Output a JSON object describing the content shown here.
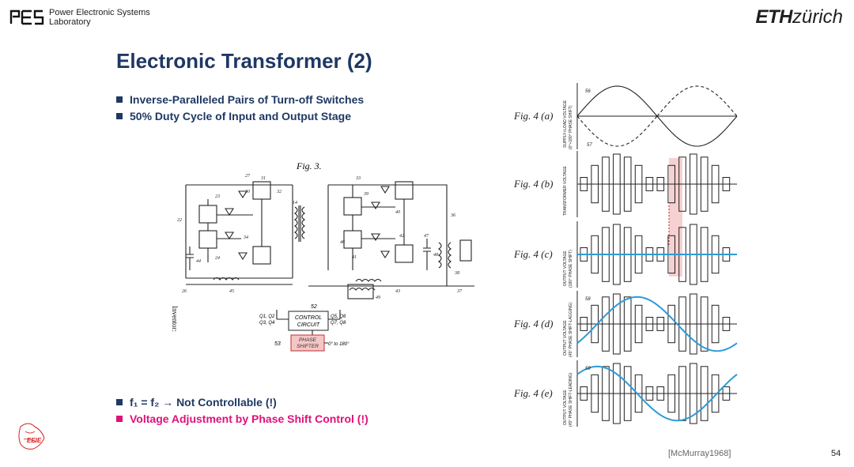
{
  "header": {
    "org_line1": "Power Electronic Systems",
    "org_line2": "Laboratory",
    "eth_bold": "ETH",
    "eth_rest": "zürich"
  },
  "slide": {
    "title": "Electronic Transformer (2)",
    "bullets_top": [
      "Inverse-Paralleled Pairs of Turn-off Switches",
      "50% Duty Cycle of Input and Output Stage"
    ],
    "bullet_freq": "f₁ = f₂ → Not Controllable (!)",
    "bullet_phase": "Voltage Adjustment by Phase Shift Control (!)",
    "citation": "[McMurray1968]",
    "page_number": "54"
  },
  "figure3": {
    "caption": "Fig. 3.",
    "inventor": "Inventor:",
    "control_label_1": "CONTROL",
    "control_label_2": "CIRCUIT",
    "phase_label_1": "PHASE",
    "phase_label_2": "SHIFTER",
    "ref_52": "52",
    "ref_53": "53",
    "q_left_1": "Q1, Q2",
    "q_left_2": "Q3, Q4",
    "q_right_1": "Q5, Q6",
    "q_right_2": "Q7, Q8",
    "phase_range": "0° to 180°",
    "labels": [
      "27",
      "31",
      "33",
      "39",
      "30",
      "32",
      "14",
      "23",
      "22",
      "24",
      "34",
      "36",
      "38",
      "40",
      "42",
      "45",
      "48",
      "49",
      "26",
      "37",
      "41",
      "43",
      "44",
      "46",
      "47"
    ]
  },
  "figure4": {
    "panels": [
      {
        "label": "Fig. 4 (a)",
        "ylabel_1": "SUPPLY+LOAD VOLTAGE",
        "ylabel_2": "(0°+180° PHASE SHIFT)",
        "refs": [
          "56",
          "57"
        ]
      },
      {
        "label": "Fig. 4 (b)",
        "ylabel_1": "TRANSFORMER VOLTAGE",
        "ylabel_2": ""
      },
      {
        "label": "Fig. 4 (c)",
        "ylabel_1": "OUTPUT VOLTAGE",
        "ylabel_2": "(180° PHASE SHIFT)"
      },
      {
        "label": "Fig. 4 (d)",
        "ylabel_1": "OUTPUT VOLTAGE",
        "ylabel_2": "(45° PHASE SHIFT-LAGGING)",
        "refs": [
          "58"
        ]
      },
      {
        "label": "Fig. 4 (e)",
        "ylabel_1": "OUTPUT VOLTAGE",
        "ylabel_2": "(45° PHASE SHIFT-LEADING)",
        "refs": [
          "59"
        ]
      }
    ]
  },
  "colors": {
    "title_blue": "#1f3864",
    "accent_pink": "#e0107a",
    "curve_blue": "#2e9bd6",
    "highlight_pink": "#f5c6c6"
  }
}
